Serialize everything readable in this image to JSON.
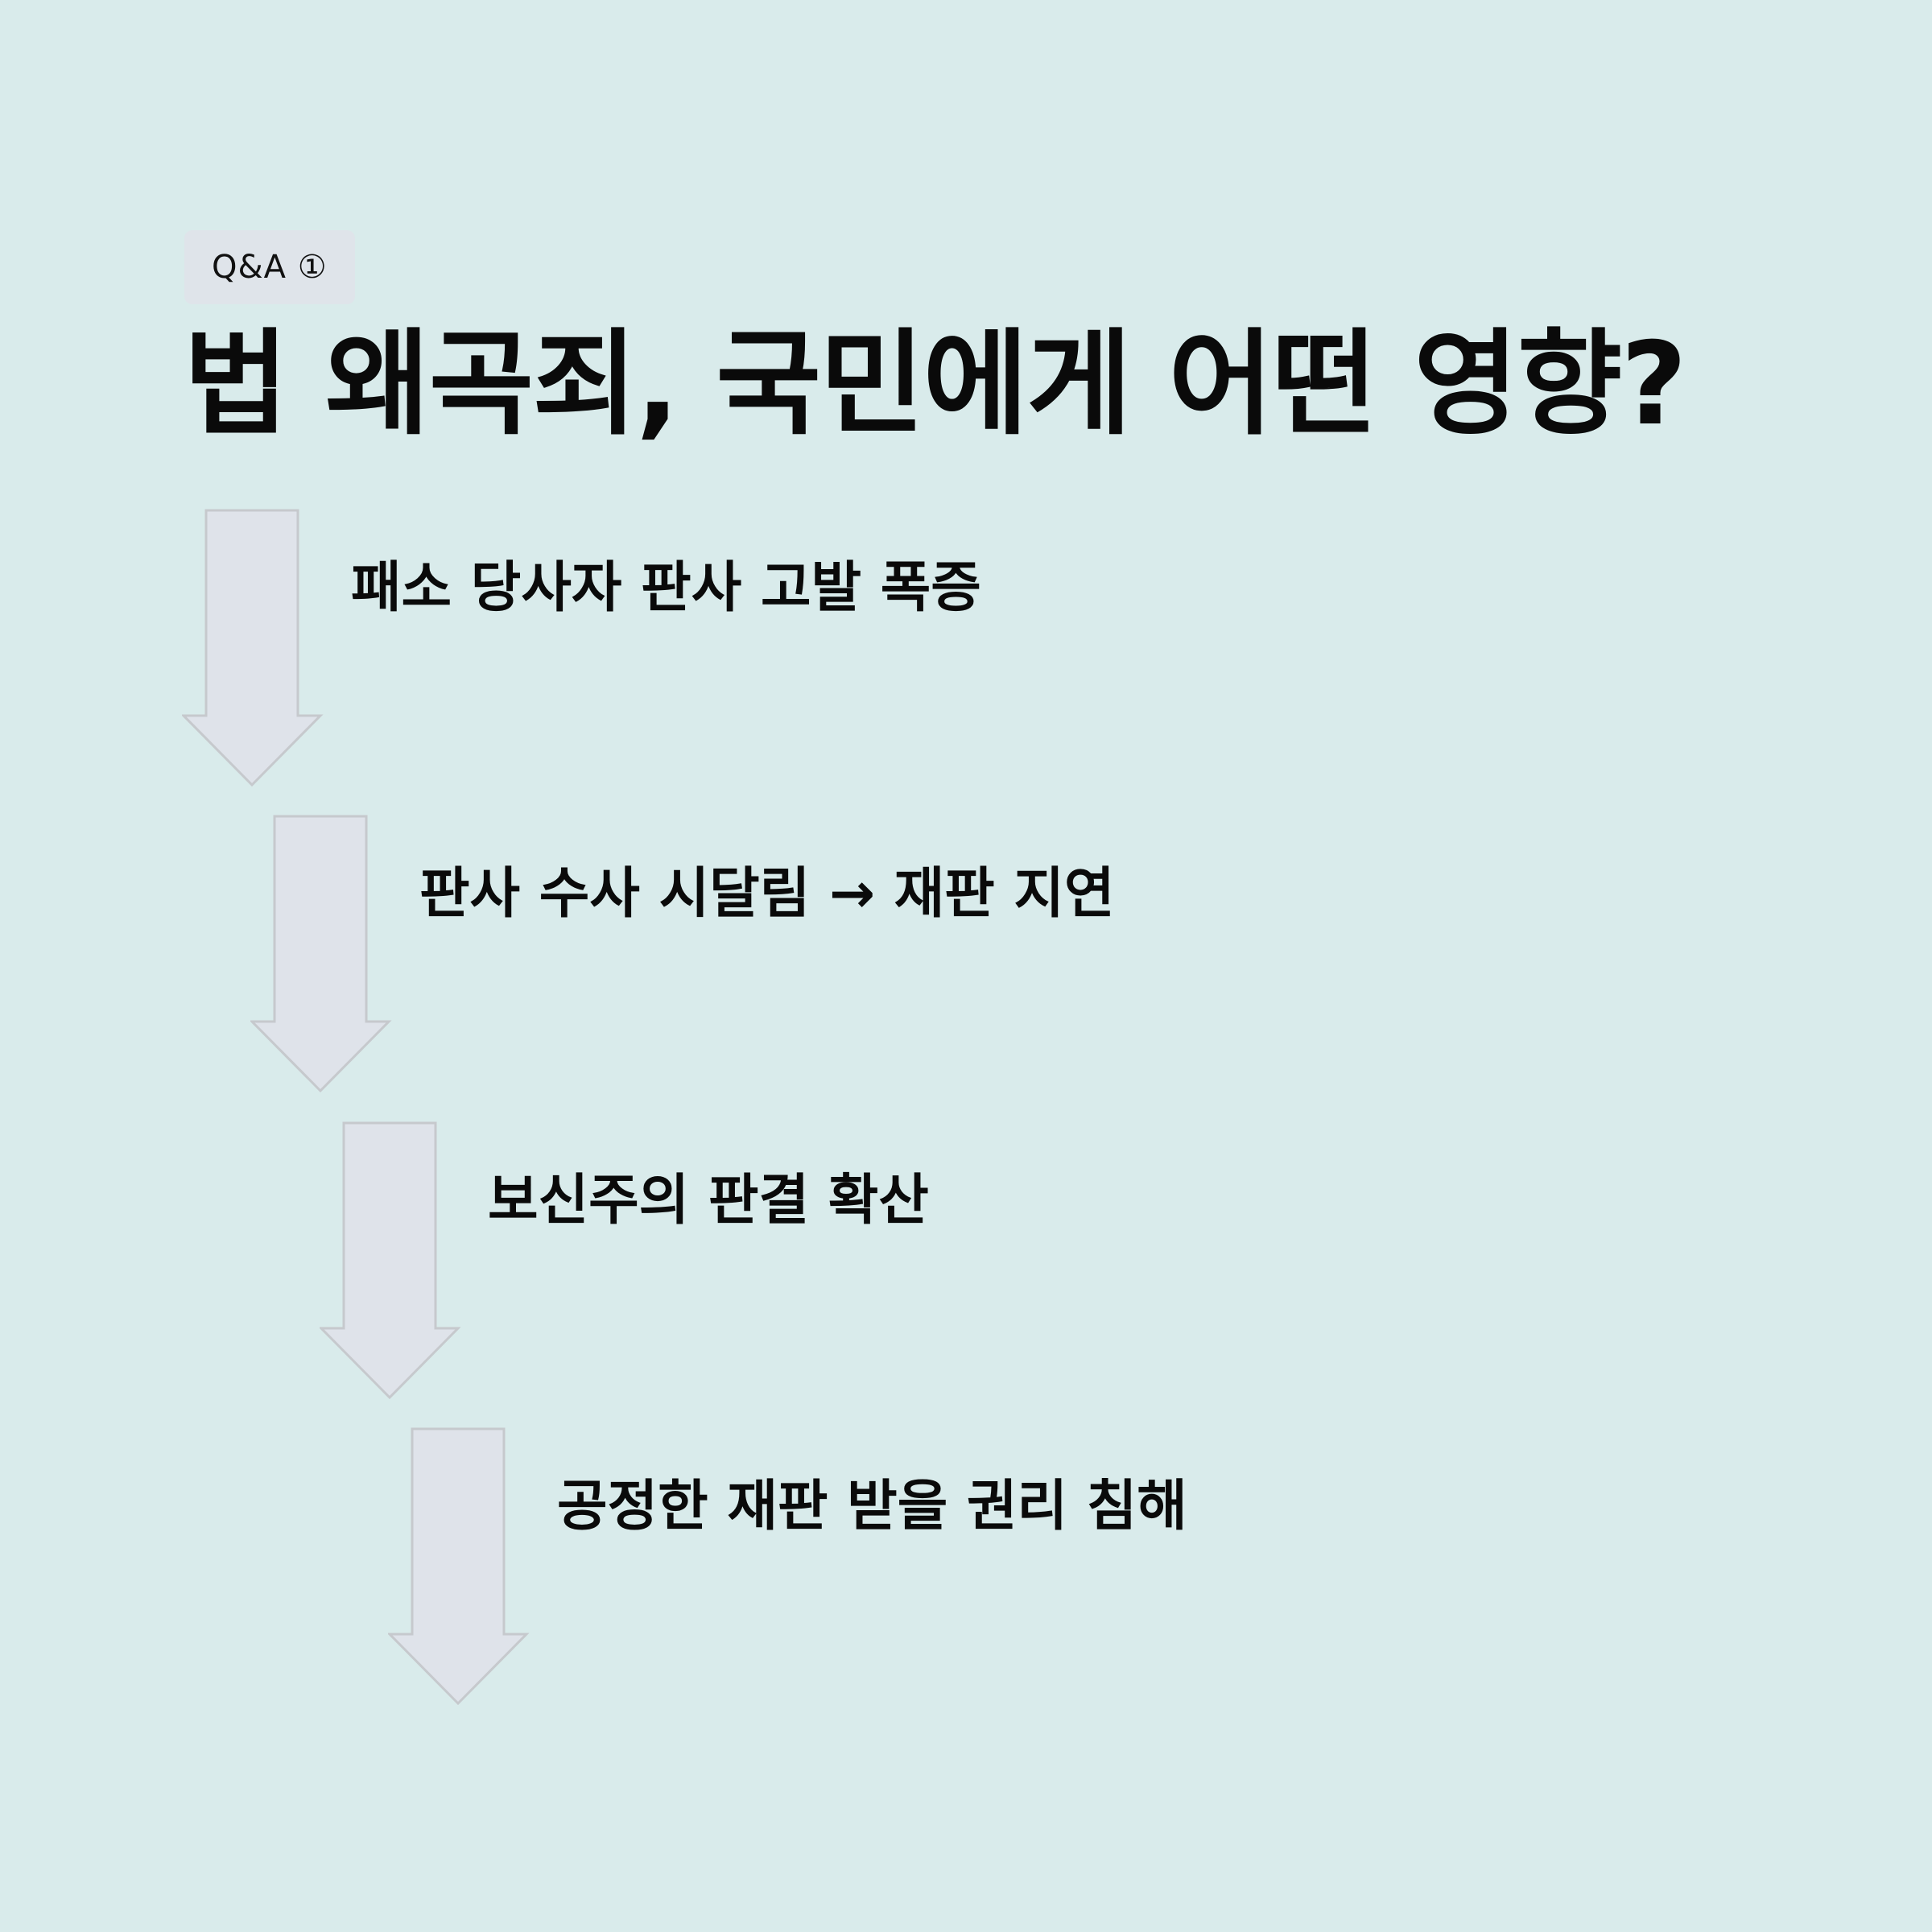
{
  "badge": {
    "label": "Q&A ①"
  },
  "title": "법 왜곡죄, 국민에게 어떤 영향?",
  "steps": [
    {
      "label": "패소 당사자 판사 고발 폭증"
    },
    {
      "label": "판사 수사 시달림 → 재판 지연"
    },
    {
      "label": "보신주의 판결 확산"
    },
    {
      "label": "공정한 재판 받을 권리 침해"
    }
  ],
  "colors": {
    "background": "#d9ebeb",
    "arrow_fill": "#dfe3ea",
    "arrow_stroke": "#c6c9cd",
    "text": "#0a0a0a",
    "badge_background": "#dfe4ea"
  }
}
